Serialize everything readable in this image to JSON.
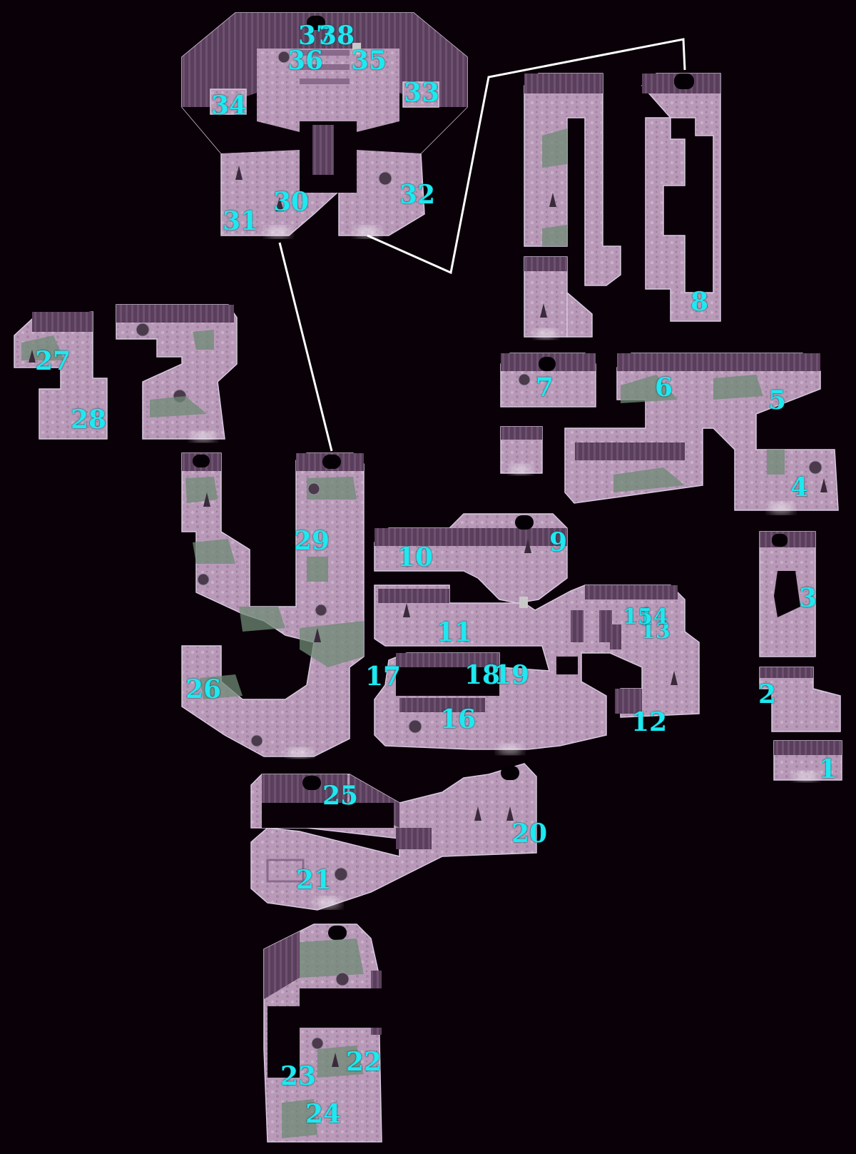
{
  "map": {
    "colors": {
      "background": "#0a0008",
      "floor": "#b89ab8",
      "wall": "#5a3f5c",
      "water": "#6e8a74",
      "label": "#1ee8f0",
      "connector": "#ffffff"
    },
    "labels": {
      "n1": "1",
      "n2": "2",
      "n3": "3",
      "n4": "4",
      "n5": "5",
      "n6": "6",
      "n7": "7",
      "n8": "8",
      "n9": "9",
      "n10": "10",
      "n11": "11",
      "n12": "12",
      "n13": "13",
      "n14": "14",
      "n15": "15",
      "n16": "16",
      "n17": "17",
      "n18": "18",
      "n19": "19",
      "n20": "20",
      "n21": "21",
      "n22": "22",
      "n23": "23",
      "n24": "24",
      "n25": "25",
      "n26": "26",
      "n27": "27",
      "n28": "28",
      "n29": "29",
      "n30": "30",
      "n31": "31",
      "n32": "32",
      "n33": "33",
      "n34": "34",
      "n35": "35",
      "n36": "36",
      "n37": "37",
      "n38": "38"
    }
  }
}
